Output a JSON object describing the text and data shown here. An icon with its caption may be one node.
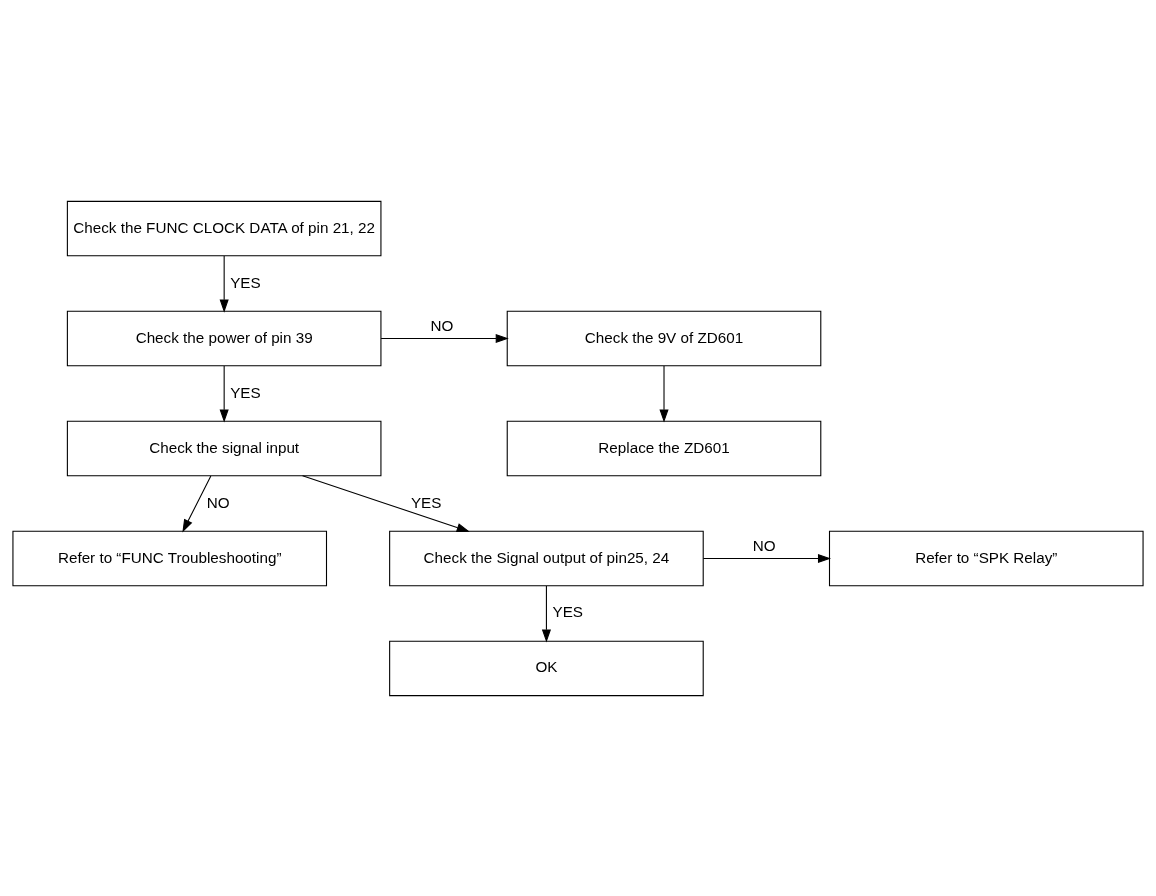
{
  "diagram": {
    "nodes": [
      {
        "text": [
          "Check the FUNC CLOCK DATA of pin 21, 22"
        ]
      },
      {
        "text": [
          "Check the power of pin 39"
        ]
      },
      {
        "text": [
          "Check the 9V of ZD601"
        ]
      },
      {
        "text": [
          "Check the signal input"
        ]
      },
      {
        "text": [
          "Replace the ZD601"
        ]
      },
      {
        "text": [
          "Refer to “FUNC Troubleshooting”"
        ]
      },
      {
        "text": [
          "Check the Signal output of pin25, 24"
        ]
      },
      {
        "text": [
          "Refer to “SPK Relay”"
        ]
      },
      {
        "text": [
          "OK"
        ]
      }
    ],
    "edges": [
      {
        "from": 0,
        "to": 1,
        "arrow": "to",
        "label": "YES"
      },
      {
        "from": 1,
        "to": 3,
        "arrow": "to",
        "label": "YES"
      },
      {
        "from": 1,
        "to": 2,
        "arrow": "to",
        "label": "NO"
      },
      {
        "from": 2,
        "to": 4,
        "arrow": "to"
      },
      {
        "from": 3,
        "to": 6,
        "arrow": "to",
        "label": "YES"
      },
      {
        "from": 3,
        "to": 5,
        "arrow": "to",
        "label": "NO"
      },
      {
        "from": 6,
        "to": 8,
        "arrow": "to",
        "label": "YES"
      },
      {
        "from": 6,
        "to": 7,
        "arrow": "to",
        "label": "NO"
      }
    ]
  }
}
